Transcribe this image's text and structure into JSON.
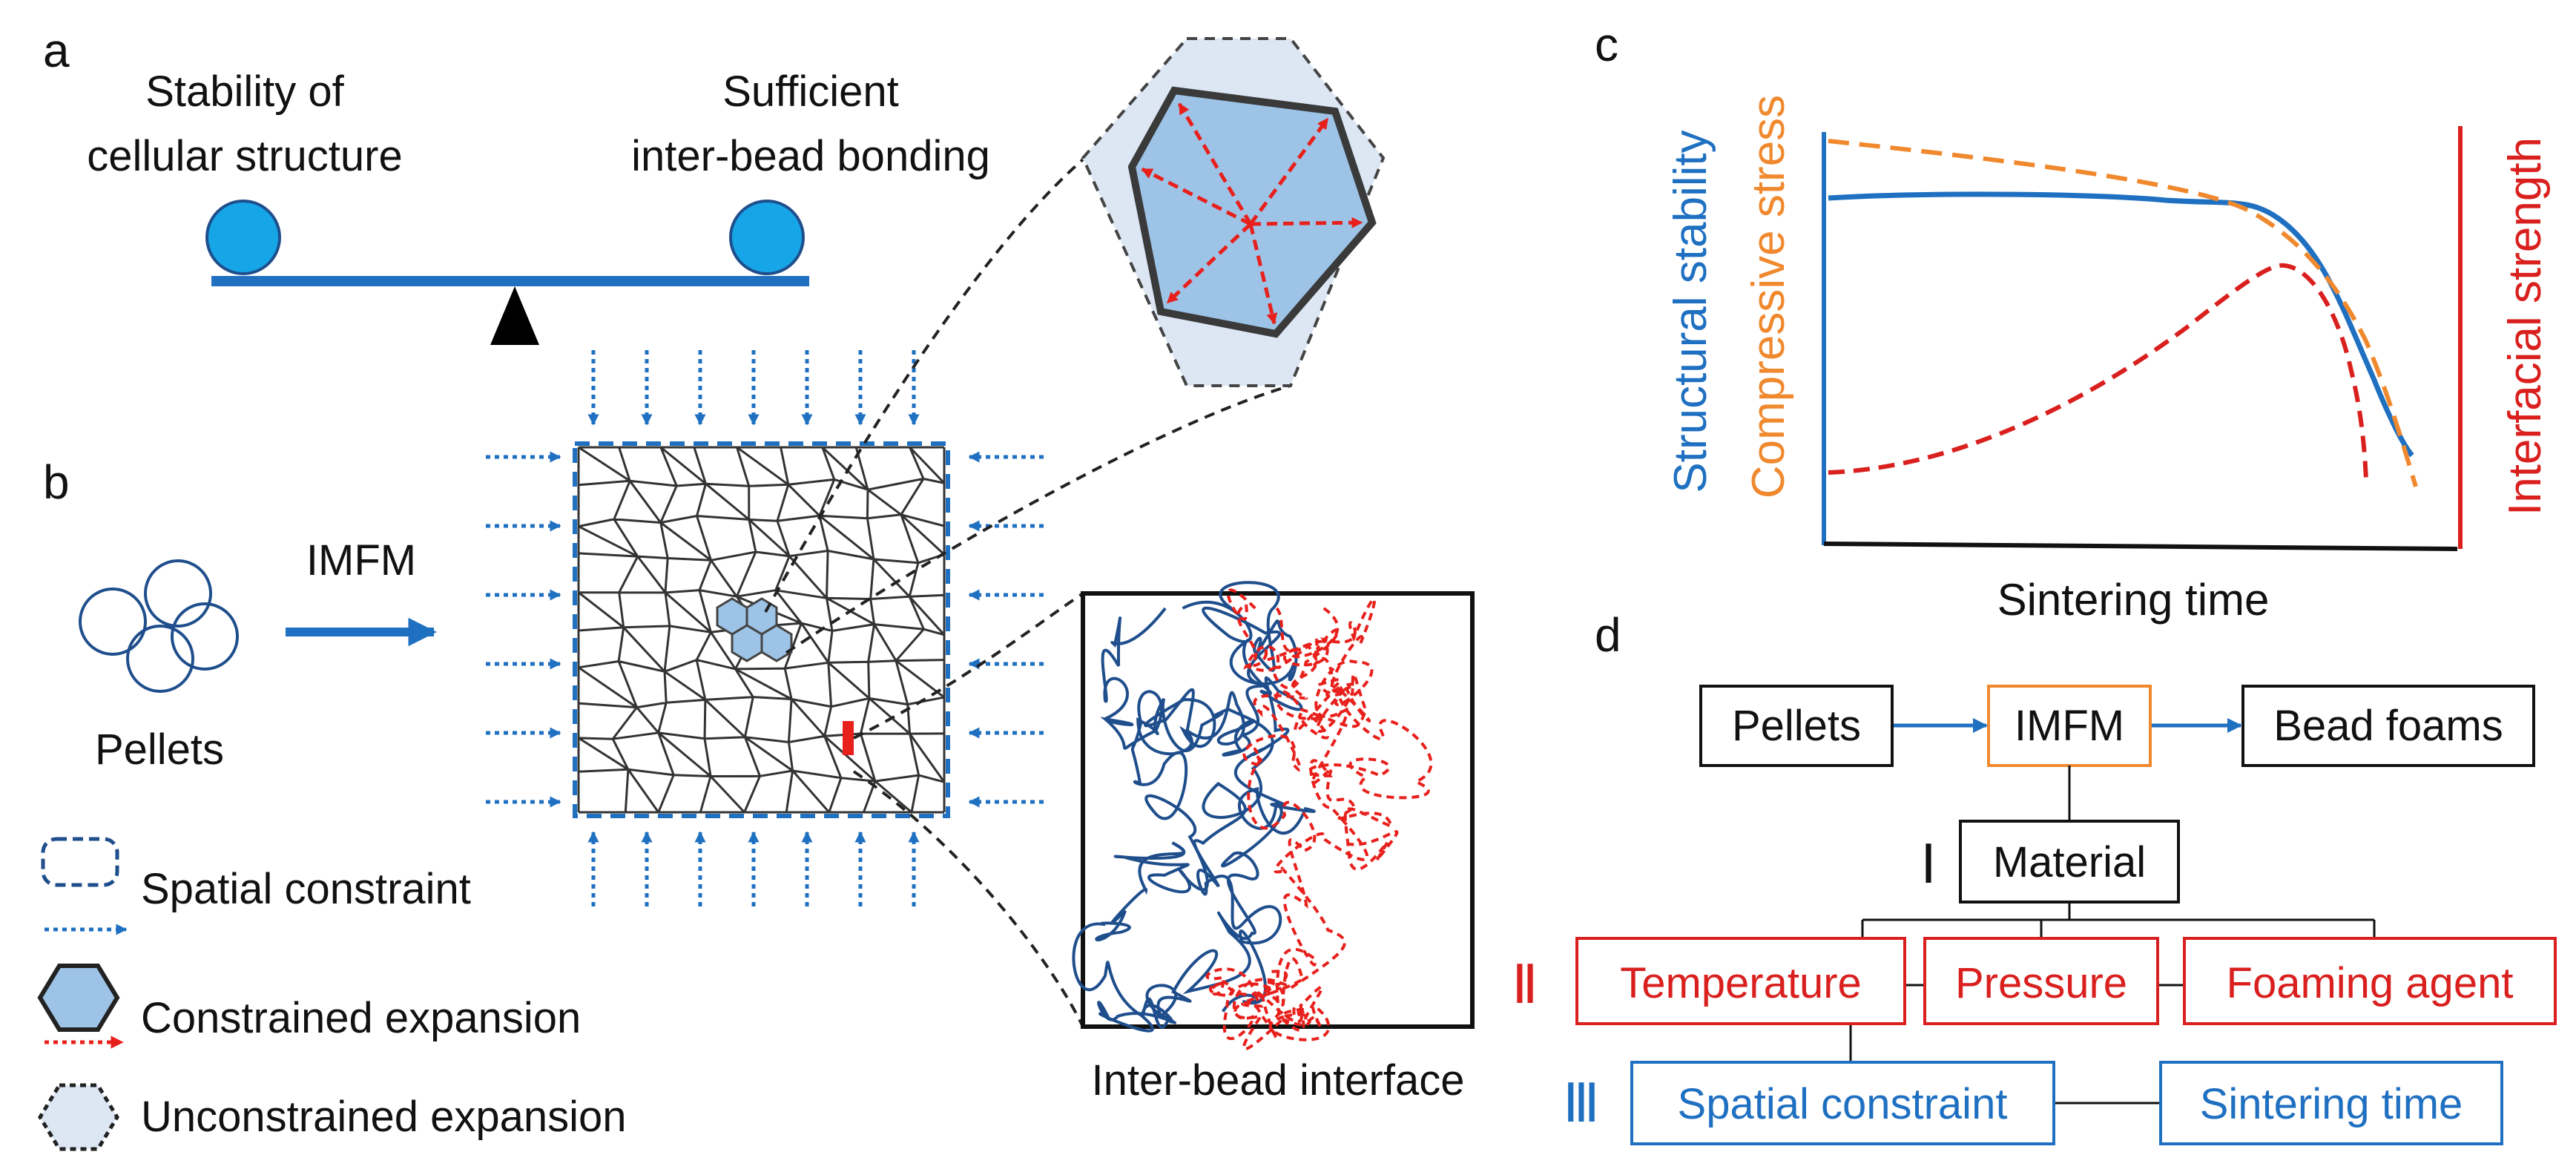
{
  "panels": {
    "a": {
      "label": "a",
      "left_text": [
        "Stability of",
        "cellular structure"
      ],
      "right_text": [
        "Sufficient",
        "inter-bead bonding"
      ]
    },
    "b": {
      "label": "b",
      "process_label": "IMFM",
      "pellets_label": "Pellets",
      "interface_caption": "Inter-bead interface",
      "legend": [
        {
          "label": "Spatial constraint"
        },
        {
          "label": "Constrained expansion"
        },
        {
          "label": "Unconstrained expansion"
        }
      ]
    },
    "c": {
      "label": "c",
      "xlabel": "Sintering time",
      "ylabel_left_1": "Structural stability",
      "ylabel_left_2": "Compressive stress",
      "ylabel_right": "Interfacial strength"
    },
    "d": {
      "label": "d",
      "row1": [
        "Pellets",
        "IMFM",
        "Bead foams"
      ],
      "level1": {
        "roman": "Ⅰ",
        "items": [
          "Material"
        ]
      },
      "level2": {
        "roman": "Ⅱ",
        "items": [
          "Temperature",
          "Pressure",
          "Foaming agent"
        ]
      },
      "level3": {
        "roman": "Ⅲ",
        "items": [
          "Spatial constraint",
          "Sintering time"
        ]
      }
    }
  },
  "colors": {
    "blue": "#1f70c1",
    "dark_blue": "#1f4e8c",
    "orange": "#f0892e",
    "red": "#d9201e",
    "light_blue": "#9dc3e6",
    "pale_blue": "#dde7f4",
    "cyan": "#16a5e6",
    "black": "#111111"
  }
}
